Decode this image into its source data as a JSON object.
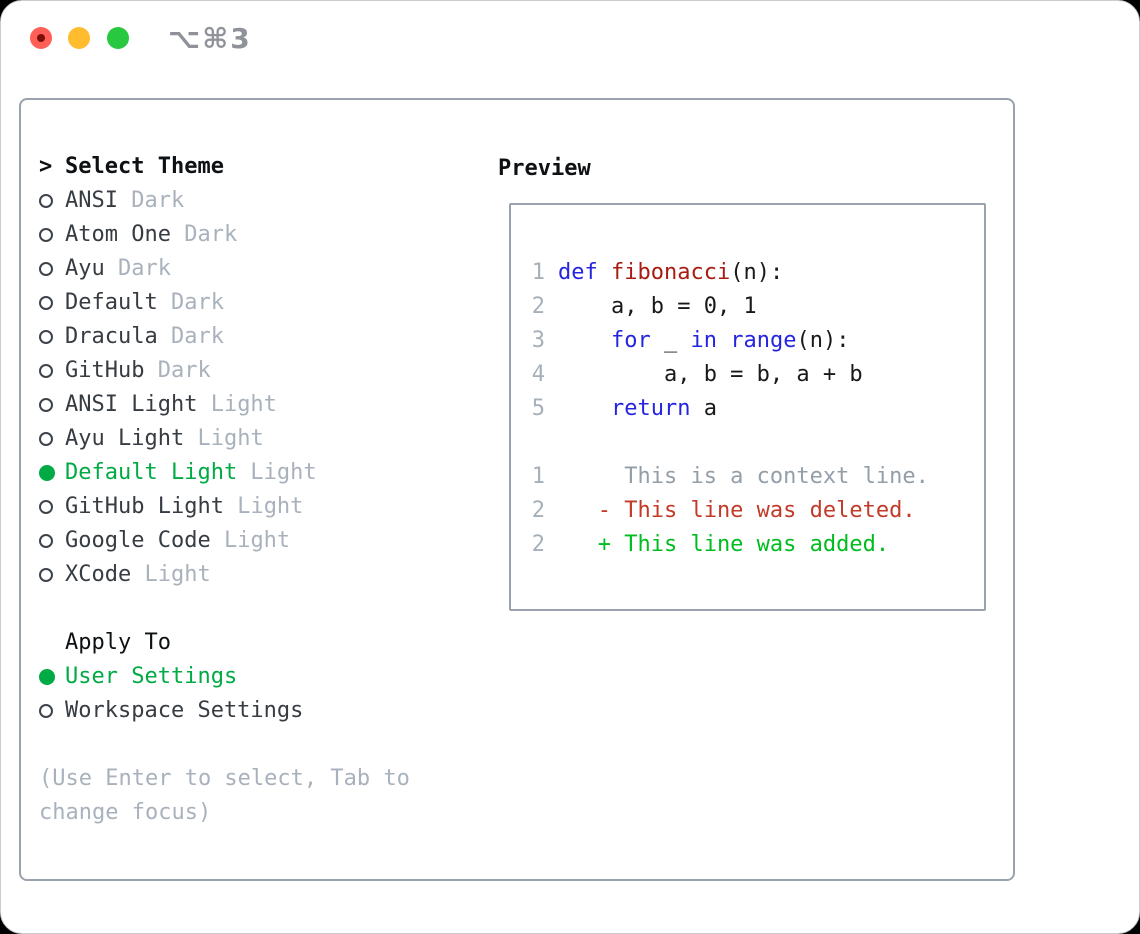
{
  "window": {
    "shortcut": "⌥⌘3"
  },
  "theme_selector": {
    "prompt": ">",
    "title": "Select Theme",
    "items": [
      {
        "name": "ANSI",
        "variant": "Dark",
        "selected": false
      },
      {
        "name": "Atom One",
        "variant": "Dark",
        "selected": false
      },
      {
        "name": "Ayu",
        "variant": "Dark",
        "selected": false
      },
      {
        "name": "Default",
        "variant": "Dark",
        "selected": false
      },
      {
        "name": "Dracula",
        "variant": "Dark",
        "selected": false
      },
      {
        "name": "GitHub",
        "variant": "Dark",
        "selected": false
      },
      {
        "name": "ANSI Light",
        "variant": "Light",
        "selected": false
      },
      {
        "name": "Ayu Light",
        "variant": "Light",
        "selected": false
      },
      {
        "name": "Default Light",
        "variant": "Light",
        "selected": true
      },
      {
        "name": "GitHub Light",
        "variant": "Light",
        "selected": false
      },
      {
        "name": "Google Code",
        "variant": "Light",
        "selected": false
      },
      {
        "name": "XCode",
        "variant": "Light",
        "selected": false
      }
    ]
  },
  "apply_to": {
    "title": "Apply To",
    "options": [
      {
        "label": "User Settings",
        "selected": true
      },
      {
        "label": "Workspace Settings",
        "selected": false
      }
    ]
  },
  "hint": "(Use Enter to select, Tab to change focus)",
  "preview": {
    "title": "Preview",
    "lines": [
      {
        "num": "1",
        "tokens": [
          {
            "text": "def",
            "type": "kw"
          },
          {
            "text": " ",
            "type": "pl"
          },
          {
            "text": "fibonacci",
            "type": "fn"
          },
          {
            "text": "(n):",
            "type": "pl"
          }
        ]
      },
      {
        "num": "2",
        "tokens": [
          {
            "text": "    a, b = 0, 1",
            "type": "pl"
          }
        ]
      },
      {
        "num": "3",
        "tokens": [
          {
            "text": "    ",
            "type": "pl"
          },
          {
            "text": "for",
            "type": "kw"
          },
          {
            "text": " _ ",
            "type": "pl"
          },
          {
            "text": "in",
            "type": "kw"
          },
          {
            "text": " ",
            "type": "pl"
          },
          {
            "text": "range",
            "type": "kw"
          },
          {
            "text": "(n):",
            "type": "pl"
          }
        ]
      },
      {
        "num": "4",
        "tokens": [
          {
            "text": "        a, b = b, a + b",
            "type": "pl"
          }
        ]
      },
      {
        "num": "5",
        "tokens": [
          {
            "text": "    ",
            "type": "pl"
          },
          {
            "text": "return",
            "type": "kw"
          },
          {
            "text": " a",
            "type": "pl"
          }
        ]
      },
      {
        "num": "",
        "tokens": []
      },
      {
        "num": "1",
        "tokens": [
          {
            "text": "     This is a context line.",
            "type": "ctx"
          }
        ]
      },
      {
        "num": "2",
        "tokens": [
          {
            "text": "   - This line was deleted.",
            "type": "del"
          }
        ]
      },
      {
        "num": "2",
        "tokens": [
          {
            "text": "   + This line was added.",
            "type": "add"
          }
        ]
      }
    ]
  },
  "colors": {
    "accent_green": "#00ab45",
    "added_green": "#00bd1f",
    "deleted_red": "#c23a28",
    "keyword_blue": "#2525e0",
    "function_red": "#a81c11",
    "border_gray": "#9aa3ad",
    "muted_gray": "#a9b2bc",
    "line_number_gray": "#a6b0ba",
    "context_gray": "#949ea8",
    "text_dark": "#363c42",
    "traffic_red": "#ff5f57",
    "traffic_yellow": "#febc2e",
    "traffic_green": "#28c840",
    "shortcut_gray": "#8f9399"
  }
}
